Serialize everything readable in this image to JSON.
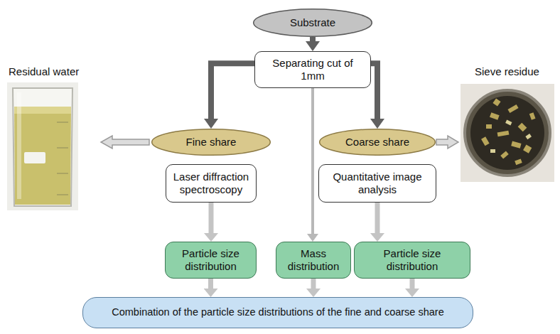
{
  "diagram": {
    "nodes": [
      {
        "text": [
          "Substrate"
        ]
      },
      {
        "text": [
          "Separating cut of 1mm"
        ]
      },
      {
        "text": [
          "Fine share"
        ]
      },
      {
        "text": [
          "Coarse share"
        ]
      },
      {
        "text": [
          "Laser diffraction spectroscopy"
        ]
      },
      {
        "text": [
          "Quantitative image analysis"
        ]
      },
      {
        "text": [
          "Particle size distribution"
        ]
      },
      {
        "text": [
          "Mass distribution"
        ]
      },
      {
        "text": [
          "Particle size distribution"
        ]
      },
      {
        "text": [
          "Combination of the particle size distributions of the fine and coarse share"
        ]
      }
    ],
    "edges": [
      {
        "from": 0,
        "to": 1,
        "arrow": "to"
      },
      {
        "from": 1,
        "to": 2,
        "arrow": "to"
      },
      {
        "from": 1,
        "to": 3,
        "arrow": "to"
      },
      {
        "from": 1,
        "to": 7,
        "arrow": "to"
      },
      {
        "from": 2,
        "to": 4,
        "arrow": "to"
      },
      {
        "from": 3,
        "to": 5,
        "arrow": "to"
      },
      {
        "from": 4,
        "to": 6,
        "arrow": "to"
      },
      {
        "from": 5,
        "to": 8,
        "arrow": "to"
      },
      {
        "from": 6,
        "to": 9,
        "arrow": "to"
      },
      {
        "from": 7,
        "to": 9,
        "arrow": "to"
      },
      {
        "from": 8,
        "to": 9,
        "arrow": "to"
      }
    ],
    "labels": [
      "Residual water",
      "Sieve residue"
    ]
  }
}
